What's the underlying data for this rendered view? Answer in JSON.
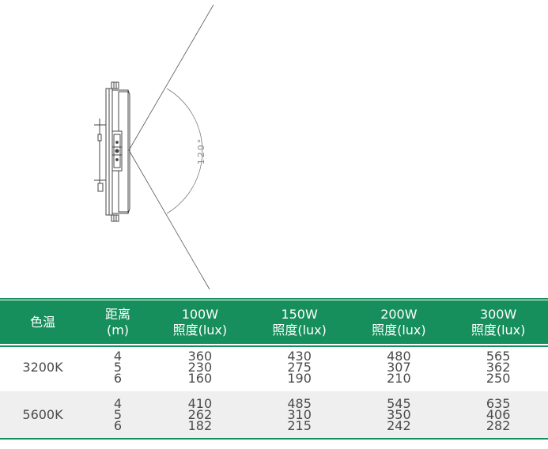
{
  "diagram": {
    "beam_angle": "120°"
  },
  "table": {
    "headers": [
      {
        "line1": "色温",
        "line2": ""
      },
      {
        "line1": "距离",
        "line2": "(m)"
      },
      {
        "line1": "100W",
        "line2": "照度(lux)"
      },
      {
        "line1": "150W",
        "line2": "照度(lux)"
      },
      {
        "line1": "200W",
        "line2": "照度(lux)"
      },
      {
        "line1": "300W",
        "line2": "照度(lux)"
      }
    ],
    "rows": [
      {
        "temp": "3200K",
        "distances": [
          "4",
          "5",
          "6"
        ],
        "w100": [
          "360",
          "230",
          "160"
        ],
        "w150": [
          "430",
          "275",
          "190"
        ],
        "w200": [
          "480",
          "307",
          "210"
        ],
        "w300": [
          "565",
          "362",
          "250"
        ]
      },
      {
        "temp": "5600K",
        "distances": [
          "4",
          "5",
          "6"
        ],
        "w100": [
          "410",
          "262",
          "182"
        ],
        "w150": [
          "485",
          "310",
          "215"
        ],
        "w200": [
          "545",
          "350",
          "242"
        ],
        "w300": [
          "635",
          "406",
          "282"
        ]
      }
    ]
  },
  "colors": {
    "header_bg": "#178f5c",
    "alt_row_bg": "#efefef"
  }
}
